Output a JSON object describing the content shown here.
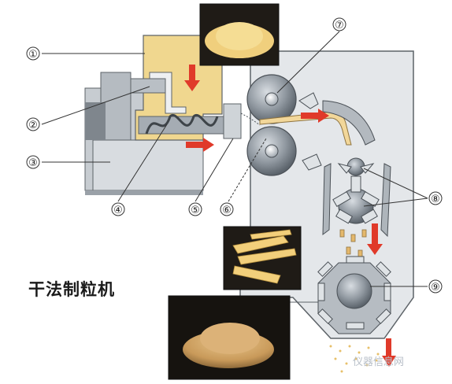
{
  "title": "干法制粒机",
  "watermark": "仪器信息网",
  "callouts": [
    "①",
    "②",
    "③",
    "④",
    "⑤",
    "⑥",
    "⑦",
    "⑧",
    "⑨"
  ],
  "colors": {
    "hopper": "#f0d78f",
    "housing": "#e4e7ea",
    "machine": "#c7ccd1",
    "motor": "#8d9399",
    "arrow": "#e03a2a",
    "powder": "#d7a85c"
  },
  "images": [
    "powder-photo",
    "flakes-photo",
    "granules-photo"
  ]
}
